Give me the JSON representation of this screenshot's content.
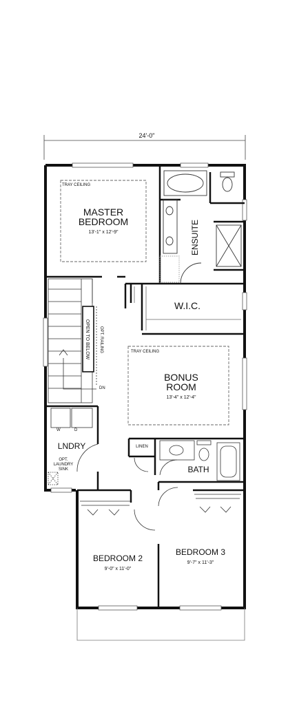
{
  "overall_dimension": "24'-0\"",
  "rooms": {
    "master_bedroom": {
      "name_line1": "MASTER",
      "name_line2": "BEDROOM",
      "size": "13'-1\" x 12'-9\"",
      "note": "TRAY CEILING"
    },
    "ensuite": {
      "name": "ENSUITE"
    },
    "wic": {
      "name": "W.I.C."
    },
    "bonus_room": {
      "name_line1": "BONUS",
      "name_line2": "ROOM",
      "size": "13'-4\" x 12'-4\"",
      "note": "TRAY CEILING"
    },
    "laundry": {
      "name": "LNDRY",
      "washer": "W",
      "dryer": "D",
      "sink_note_1": "OPT.",
      "sink_note_2": "LAUNDRY",
      "sink_note_3": "SINK"
    },
    "linen": {
      "name": "LINEN"
    },
    "bath": {
      "name": "BATH"
    },
    "bedroom_2": {
      "name": "BEDROOM 2",
      "size": "9'-0\" x 11'-0\""
    },
    "bedroom_3": {
      "name": "BEDROOM 3",
      "size": "9'-7\" x 11'-3\""
    }
  },
  "stairs": {
    "open_to_below": "OPEN TO BELOW",
    "opt_railing": "OPT. RAILING",
    "down": "DN"
  }
}
